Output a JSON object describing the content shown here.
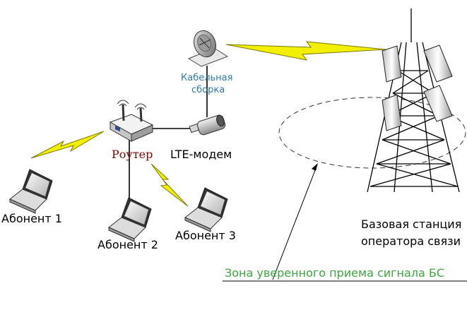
{
  "labels": {
    "router": "Роутер",
    "modem": "LTE-модем",
    "cable_line1": "Кабельная",
    "cable_line2": "сборка",
    "subscriber1": "Абонент 1",
    "subscriber2": "Абонент 2",
    "subscriber3": "Абонент 3",
    "base_station_line1": "Базовая станция",
    "base_station_line2": "оператора связи",
    "coverage_zone": "Зона уверенного приема сигнала БС"
  },
  "colors": {
    "router_label": "#8b0000",
    "cable_label": "#2a7ab0",
    "zone_label": "#3aa83a",
    "lightning_fill": "#f2ef00",
    "lightning_stroke": "#7a7a00"
  },
  "icons": {
    "antenna": "satellite-dish-icon",
    "router": "router-icon",
    "modem": "usb-modem-icon",
    "laptop": "laptop-icon",
    "tower": "cell-tower-icon"
  }
}
